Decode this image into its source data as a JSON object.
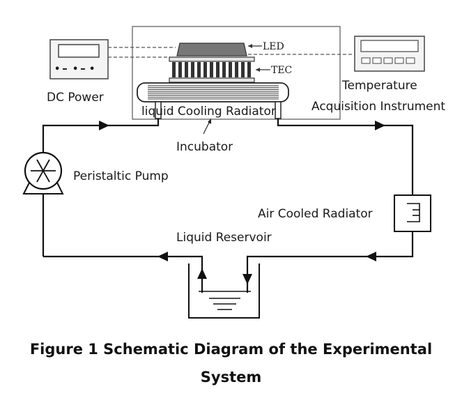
{
  "labels": {
    "dc_power": "DC Power",
    "led": "LED",
    "tec": "TEC",
    "temperature_line1": "Temperature",
    "temperature_line2": "Acquisition Instrument",
    "liquid_cooling_radiator": "liquid Cooling Radiator",
    "incubator": "Incubator",
    "peristaltic_pump": "Peristaltic Pump",
    "air_cooled_radiator": "Air Cooled Radiator",
    "liquid_reservoir": "Liquid Reservoir"
  },
  "caption": {
    "line1": "Figure 1 Schematic Diagram of the Experimental",
    "line2": "System"
  }
}
